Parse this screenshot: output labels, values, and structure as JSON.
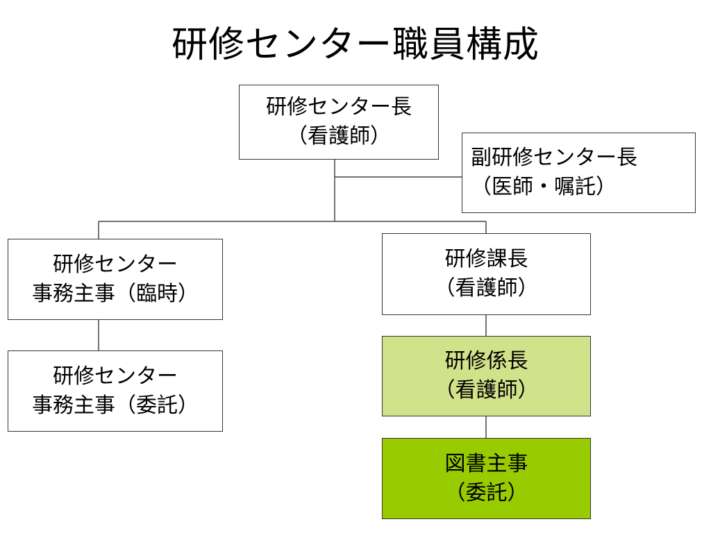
{
  "title": "研修センター職員構成",
  "nodes": {
    "center_director": {
      "line1": "研修センター長",
      "line2": "（看護師）",
      "fill": "#ffffff"
    },
    "deputy_director": {
      "line1": "副研修センター長",
      "line2": "（医師・嘱託）",
      "fill": "#ffffff"
    },
    "clerk_temporary": {
      "line1": "研修センター",
      "line2": "事務主事（臨時）",
      "fill": "#ffffff"
    },
    "clerk_contract": {
      "line1": "研修センター",
      "line2": "事務主事（委託）",
      "fill": "#ffffff"
    },
    "training_section_chief": {
      "line1": "研修課長",
      "line2": "（看護師）",
      "fill": "#ffffff"
    },
    "training_subsection_chief": {
      "line1": "研修係長",
      "line2": "（看護師）",
      "fill": "#d1e28a"
    },
    "library_clerk": {
      "line1": "図書主事",
      "line2": "（委託）",
      "fill": "#99cc00"
    }
  },
  "edges": [
    {
      "from": "center_director",
      "to": "deputy_director"
    },
    {
      "from": "center_director",
      "to": "clerk_temporary"
    },
    {
      "from": "center_director",
      "to": "training_section_chief"
    },
    {
      "from": "clerk_temporary",
      "to": "clerk_contract"
    },
    {
      "from": "training_section_chief",
      "to": "training_subsection_chief"
    },
    {
      "from": "training_subsection_chief",
      "to": "library_clerk"
    }
  ]
}
